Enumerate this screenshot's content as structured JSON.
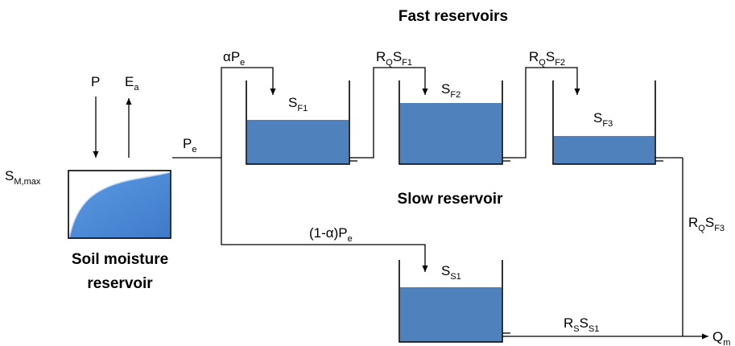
{
  "titles": {
    "fast": "Fast reservoirs",
    "slow": "Slow reservoir",
    "soil_line1": "Soil moisture",
    "soil_line2": "reservoir"
  },
  "labels": {
    "P": "P",
    "Ea_main": "E",
    "Ea_sub": "a",
    "Smax_main": "S",
    "Smax_sub": "M,max",
    "Pe_main": "P",
    "Pe_sub": "e",
    "aPe_pre": "αP",
    "aPe_sub": "e",
    "RQSF1_a": "R",
    "RQSF1_b": "Q",
    "RQSF1_c": "S",
    "RQSF1_d": "F1",
    "RQSF2_a": "R",
    "RQSF2_b": "Q",
    "RQSF2_c": "S",
    "RQSF2_d": "F2",
    "SF1_main": "S",
    "SF1_sub": "F1",
    "SF2_main": "S",
    "SF2_sub": "F2",
    "SF3_main": "S",
    "SF3_sub": "F3",
    "oneMinusAPe_pre": "(1-α)P",
    "oneMinusAPe_sub": "e",
    "SS1_main": "S",
    "SS1_sub": "S1",
    "RQSF3_a": "R",
    "RQSF3_b": "Q",
    "RQSF3_c": "S",
    "RQSF3_d": "F3",
    "RSSS1_a": "R",
    "RSSS1_b": "S",
    "RSSS1_c": "S",
    "RSSS1_d": "S1",
    "Qm_main": "Q",
    "Qm_sub": "m"
  },
  "colors": {
    "water": "#4f81bd",
    "soil_curve_fill": "#4a87d6",
    "lines": "#000000"
  }
}
